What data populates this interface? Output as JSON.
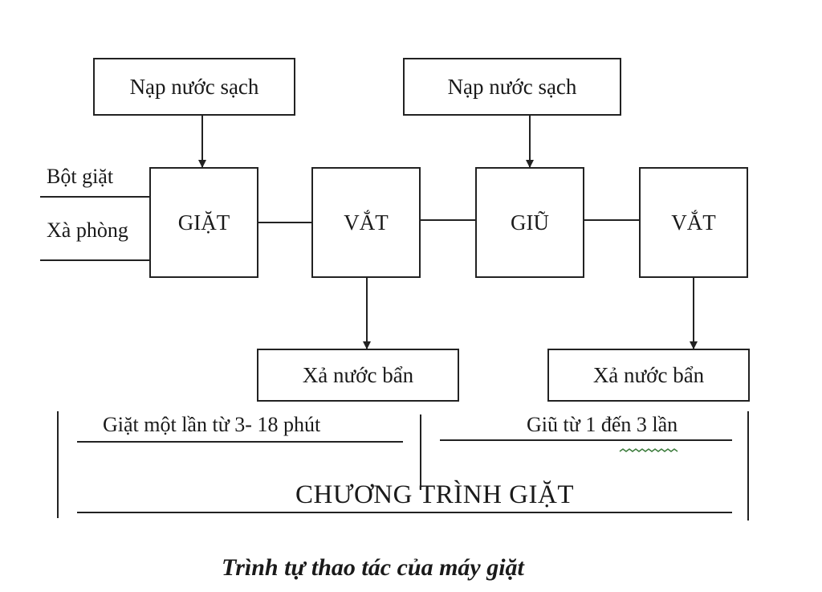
{
  "diagram": {
    "nodes": {
      "fill_water_1": "Nạp nước sạch",
      "fill_water_2": "Nạp nước sạch",
      "wash": "GIẶT",
      "wring_1": "VẮT",
      "rinse": "GIŨ",
      "wring_2": "VẮT",
      "drain_1": "Xả nước bẩn",
      "drain_2": "Xả nước bẩn"
    },
    "inputs": {
      "detergent": "Bột giặt",
      "soap": "Xà phòng"
    },
    "annotations": {
      "wash_duration": "Giặt một lần từ 3- 18 phút",
      "rinse_count": "Giũ từ 1 đến 3 lần",
      "program": "CHƯƠNG TRÌNH GIẶT"
    },
    "edges": [
      {
        "from": "fill_water_1",
        "to": "wash"
      },
      {
        "from": "fill_water_2",
        "to": "rinse"
      },
      {
        "from": "wash",
        "to": "wring_1"
      },
      {
        "from": "wring_1",
        "to": "rinse"
      },
      {
        "from": "rinse",
        "to": "wring_2"
      },
      {
        "from": "wring_1",
        "to": "drain_1"
      },
      {
        "from": "wring_2",
        "to": "drain_2"
      },
      {
        "from": "detergent",
        "to": "wash"
      },
      {
        "from": "soap",
        "to": "wash"
      }
    ]
  },
  "caption": "Trình tự thao tác của máy giặt"
}
